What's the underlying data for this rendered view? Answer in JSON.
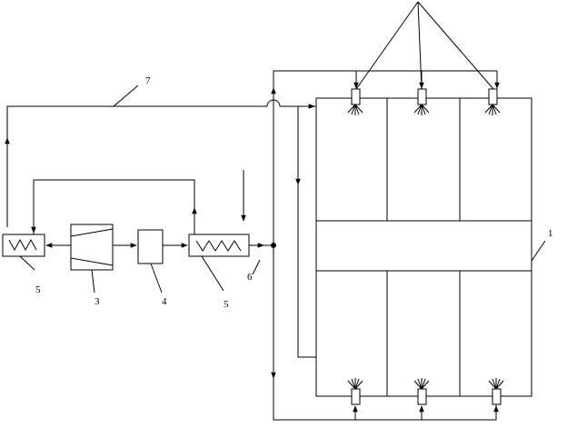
{
  "diagram": {
    "labels": {
      "chamber": "1",
      "compressor": "3",
      "block": "4",
      "exchanger": "5",
      "pipe": "6",
      "return_line": "7"
    }
  },
  "colors": {
    "stroke": "#000000",
    "background": "#ffffff"
  }
}
